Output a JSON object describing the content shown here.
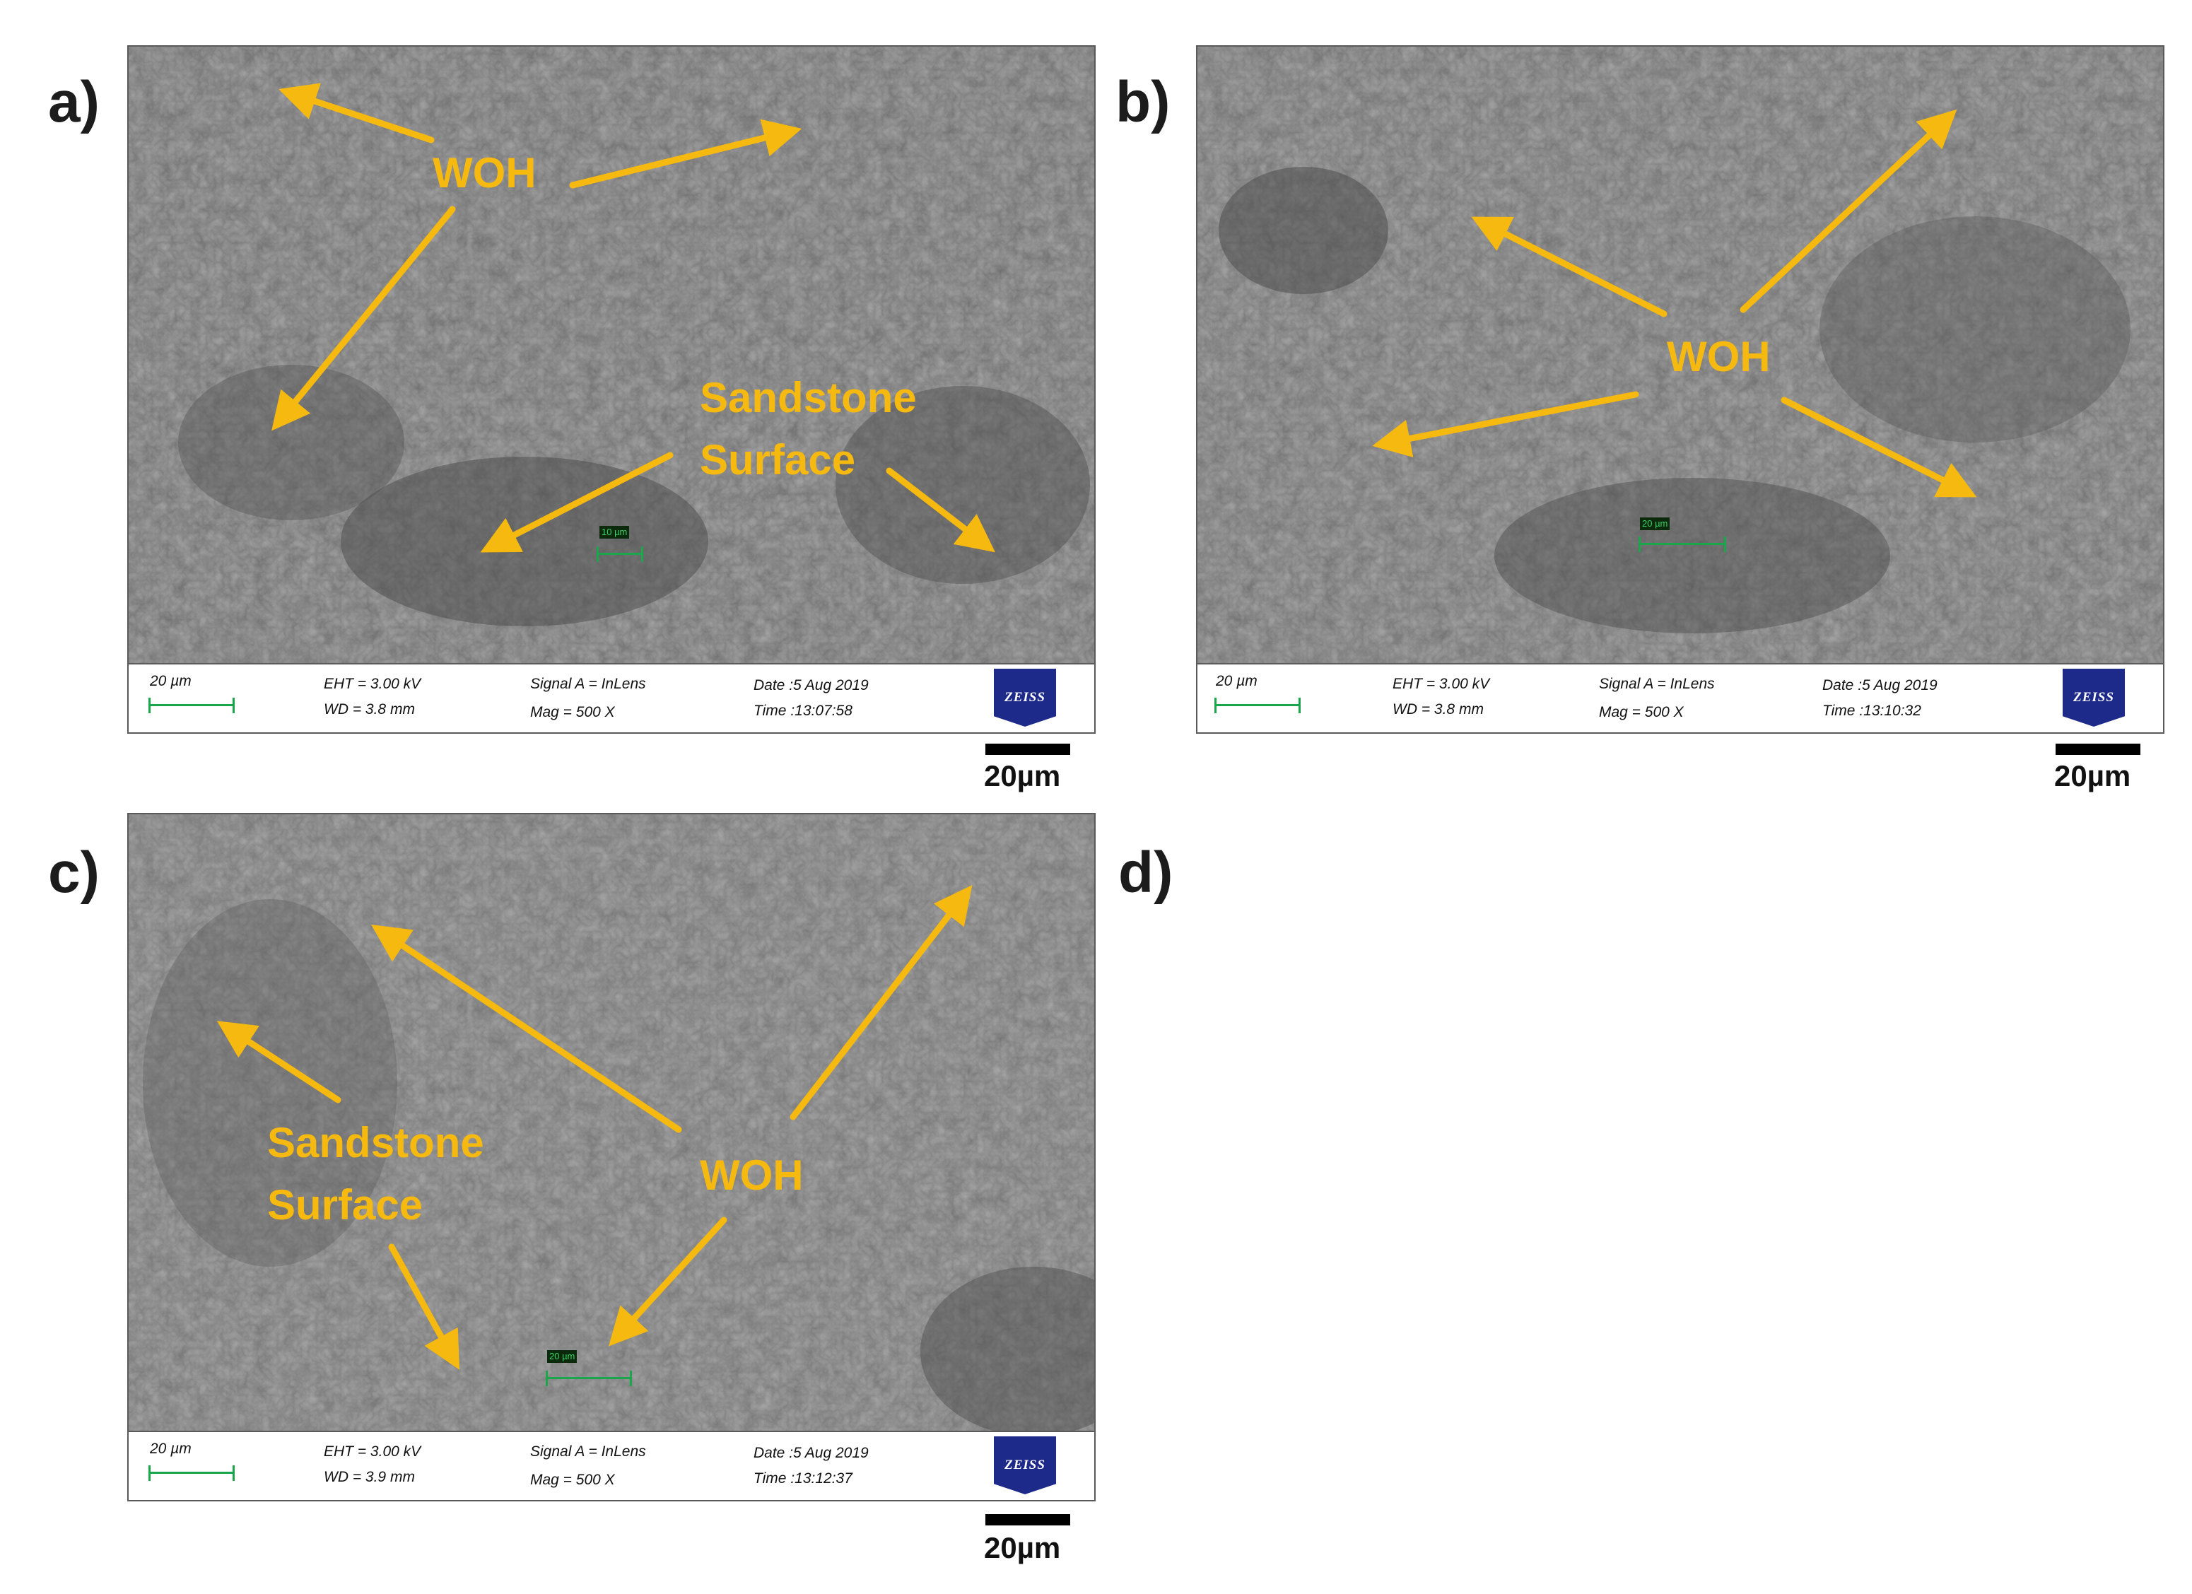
{
  "colors": {
    "annotation": "#f5b90f",
    "zeiss_blue": "#1e2a8a",
    "scale_green": "#1aa64a"
  },
  "panels": {
    "a": {
      "label": "a)",
      "annotations": {
        "woh": "WOH",
        "sandstone_line1": "Sandstone",
        "sandstone_line2": "Surface"
      },
      "inner_scale": "10 µm",
      "info": {
        "scale": "20 µm",
        "eht": "EHT =  3.00 kV",
        "wd": "WD =  3.8 mm",
        "signal": "Signal A = InLens",
        "mag": "Mag =     500 X",
        "date": "Date :5 Aug 2019",
        "time": "Time :13:07:58",
        "logo": "ZEISS"
      },
      "scale_bar_label": "20µm"
    },
    "b": {
      "label": "b)",
      "annotations": {
        "woh": "WOH"
      },
      "inner_scale": "20 µm",
      "info": {
        "scale": "20 µm",
        "eht": "EHT =  3.00 kV",
        "wd": "WD =  3.8 mm",
        "signal": "Signal A = InLens",
        "mag": "Mag =     500 X",
        "date": "Date :5 Aug 2019",
        "time": "Time :13:10:32",
        "logo": "ZEISS"
      },
      "scale_bar_label": "20µm"
    },
    "c": {
      "label": "c)",
      "annotations": {
        "woh": "WOH",
        "sandstone_line1": "Sandstone",
        "sandstone_line2": "Surface"
      },
      "inner_scale": "20 µm",
      "info": {
        "scale": "20 µm",
        "eht": "EHT =  3.00 kV",
        "wd": "WD =  3.9 mm",
        "signal": "Signal A = InLens",
        "mag": "Mag =     500 X",
        "date": "Date :5 Aug 2019",
        "time": "Time :13:12:37",
        "logo": "ZEISS"
      },
      "scale_bar_label": "20µm"
    },
    "d": {
      "label": "d)"
    }
  }
}
